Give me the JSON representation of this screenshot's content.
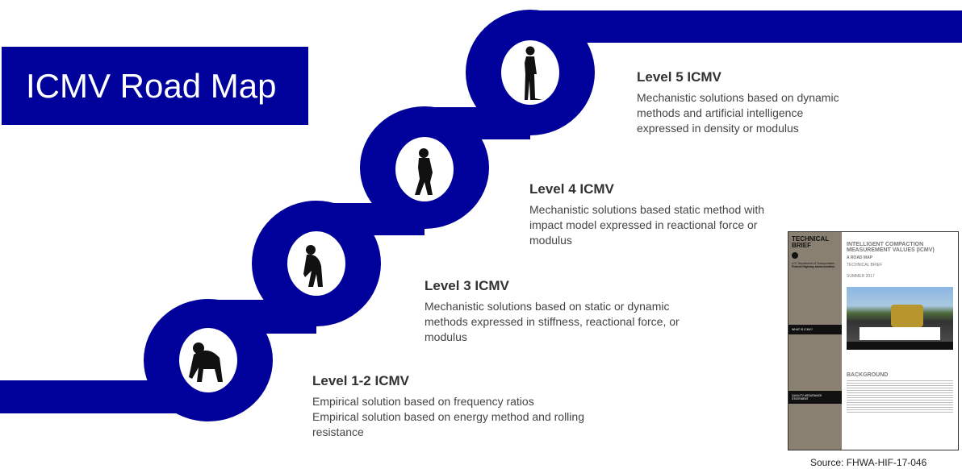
{
  "title": "ICMV Road Map",
  "colors": {
    "road": "#00009a",
    "title_bg": "#00009a"
  },
  "levels": [
    {
      "icon": "chimpanzee-silhouette-icon",
      "heading": "Level 1-2 ICMV",
      "lines": [
        "Empirical solution based on frequency ratios",
        "Empirical solution based on energy method and rolling",
        "resistance"
      ]
    },
    {
      "icon": "ape-silhouette-icon",
      "heading": "Level 3 ICMV",
      "lines": [
        "Mechanistic solutions based on static or dynamic",
        "methods expressed in stiffness, reactional force, or",
        "modulus"
      ]
    },
    {
      "icon": "early-human-silhouette-icon",
      "heading": "Level 4 ICMV",
      "lines": [
        "Mechanistic solutions based static method with",
        "impact model expressed in reactional force or",
        "modulus"
      ]
    },
    {
      "icon": "human-silhouette-icon",
      "heading": "Level 5 ICMV",
      "lines": [
        "Mechanistic solutions based on dynamic",
        "methods and artificial intelligence",
        "expressed in density or modulus"
      ]
    }
  ],
  "document": {
    "side_title": "TECHNICAL BRIEF",
    "department": "U.S. Department of Transportation",
    "agency": "Federal Highway Administration",
    "section1": "WHAT IS ICMV?",
    "section2": "QUALITY ASSURANCE STATEMENT",
    "title": "INTELLIGENT COMPACTION MEASUREMENT VALUES (ICMV)",
    "subtitle": "A ROAD MAP",
    "kind": "TECHNICAL BRIEF",
    "date": "SUMMER 2017",
    "background_heading": "BACKGROUND"
  },
  "source": "Source:  FHWA-HIF-17-046"
}
